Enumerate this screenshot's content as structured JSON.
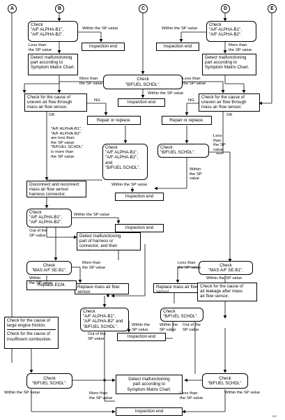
{
  "nodes": {
    "a": "A",
    "b": "B",
    "c": "C",
    "d": "D",
    "e": "E"
  },
  "boxes": {
    "check_b1_b2_left": "Check\n\"A/F ALPHA-B1\",\n\"A/F ALPHA-B2\".",
    "insp_end_1": "Inspection end",
    "detect_left": "Detect malfunctioning\npart according to\nSymptom Matrix Chart.",
    "check_b1_b2_right": "Check\n\"A/F ALPHA-B1\",\n\"A/F ALPHA-B2\".",
    "insp_end_2": "Inspection end",
    "detect_right": "Detect malfunctioning\npart according to\nSymptom Matrix Chart.",
    "check_fuel_c": "Check\n\"B/FUEL SCHDL\".",
    "insp_end_3": "Inspection end",
    "cause_uneven_left": "Check for the cause of\nuneven air flow through\nmass air flow sensor.",
    "cause_uneven_right": "Check for the cause of\nuneven air flow through\nmass air flow sensor.",
    "repair_mid": "Repair or replace.",
    "repair_right": "Repair or replace.",
    "check_three_mid": "Check\n\"A/F ALPHA-B1\",\n\"A/F ALPHA-B2\",\nand\n\"B/FUEL SCHDL\".",
    "check_fuel_right": "Check\n\"B/FUEL SCHDL\".",
    "insp_end_4": "Inspection end",
    "disconnect": "Disconnect and reconnect\nmass air flow sensor\nharness connector.",
    "check_b1_b2_mid": "Check\n\"A/F ALPHA-B1\",\n\"A/F ALPHA-B2\".",
    "insp_end_5": "Inspection end",
    "detect_harness": "Detect malfunctioning\npart of harness or\nconnector, and then\nrepair or replace.",
    "check_mas_left": "Check\n\"MAS A/F SE-B1\".",
    "replace_maf_left": "Replace mass air flow\nsensor.",
    "replace_ecm": "Replace ECM.",
    "check_mas_right": "Check\n\"MAS A/F SE-B1\".",
    "replace_maf_right": "Replace mass air flow\nsensor.",
    "cause_leak": "Check for the cause of\nair leakage after mass\nair flow sensor.",
    "cause_friction": "Check for the cause of\nlarge engine friction.",
    "cause_combustion": "Check for the cause of\ninsufficient combustion.",
    "check_three_low": "Check\n\"A/F ALPHA-B1\",\n\"A/F ALPHA-B2\" and\n\"B/FUEL SCHDL\".",
    "check_fuel_low_mid": "Check\n\"B/FUEL SCHDL\".",
    "insp_end_6": "Inspection end",
    "check_fuel_low_left": "Check\n\"B/FUEL SCHDL\".",
    "detect_bottom": "Detect malfunctioning\npart according to\nSymptom Matrix Chart.",
    "check_fuel_low_right": "Check\n\"B/FUEL SCHDL\".",
    "insp_end_7": "Inspection end"
  },
  "labels": {
    "l1": "Within the SP value",
    "l2": "Less than\nthe SP value",
    "l3": "Within the SP value",
    "l4": "More than\nthe SP value",
    "l5": "More than\nthe SP value",
    "l6": "Less than\nthe SP value",
    "l7": "Within the SP value",
    "l8": "NG",
    "l9": "OK",
    "l10": "NG",
    "l11": "OK",
    "l12": "Less\nthan\nthe SP\nvalue",
    "l13": "\"A/F ALPHA-B1\",\n\"A/F ALPHA-B2\"\nare less than\nthe SP value.\n\"B/FUEL SCHDL\"\nis more than\nthe SP value.",
    "l14": "Within\nthe SP\nvalue",
    "l15": "Within the SP value",
    "l16": "Within the SP value",
    "l17": "Out of the\nSP value",
    "l18": "More than\nthe SP value",
    "l19": "Less than\nthe SP value",
    "l20": "Within\nthe SP value",
    "l21": "Within the SP value",
    "l22": "Out of the\nSP value",
    "l23": "Within the\nSP value",
    "l24": "Within the\nSP value",
    "l25": "Out of the\nSP value",
    "l26": "Within the SP value",
    "l27": "More than\nthe SP value",
    "l28": "Less than\nthe SP value",
    "l29": "Within the SP value"
  },
  "footer": "SEF"
}
